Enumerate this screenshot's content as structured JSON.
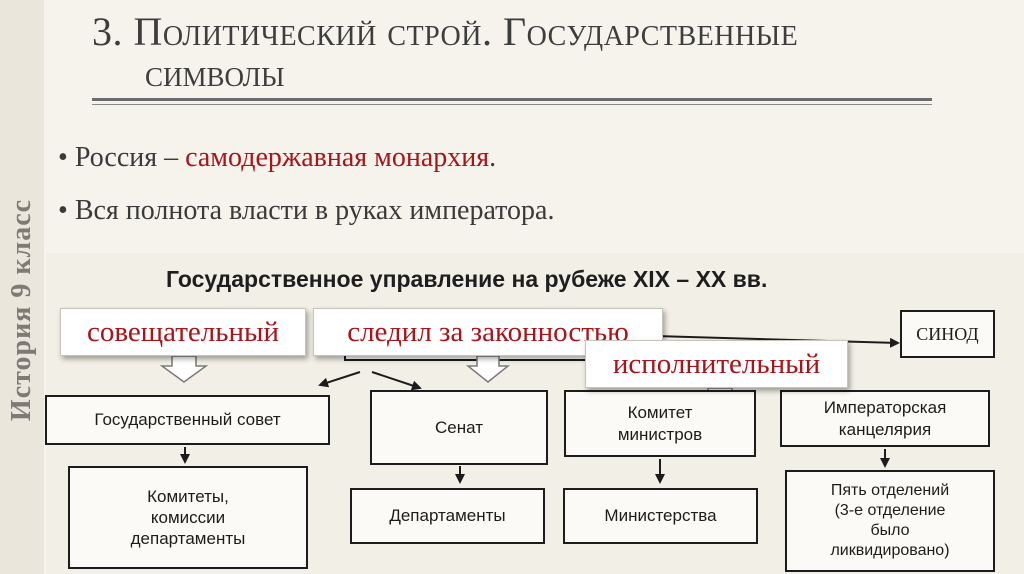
{
  "sidebar": {
    "text": "История   9   класс"
  },
  "header": {
    "title_line1": "3. Политический строй. Государственные",
    "title_line2": "символы"
  },
  "bullets": [
    {
      "marker": "•",
      "text_before": "Россия – ",
      "highlight": "самодержавная монархия",
      "text_after": "."
    },
    {
      "marker": "•",
      "text": "Вся полнота власти  в руках императора."
    }
  ],
  "diagram": {
    "title": "Государственное управление на рубеже XIX – XX вв.",
    "boxes": {
      "gos_sovet": "Государственный совет",
      "senat": "Сенат",
      "komitet": "Комитет\nминистров",
      "kantselyariya": "Императорская\nканцелярия",
      "komitety": "Комитеты,\nкомиссии\nдепартаменты",
      "departamenty": "Департаменты",
      "ministerstva": "Министерства",
      "otdeleniya": "Пять отделений\n(3-е отделение\nбыло\nликвидировано)",
      "sinod": "СИНОД"
    },
    "callouts": {
      "soveshch": "совещательный",
      "zakonnost": "следил за законностью",
      "ispoln": "исполнительный"
    }
  },
  "colors": {
    "accent": "#a8141a",
    "text": "#3a3a3a",
    "background": "#f6f3ec"
  }
}
